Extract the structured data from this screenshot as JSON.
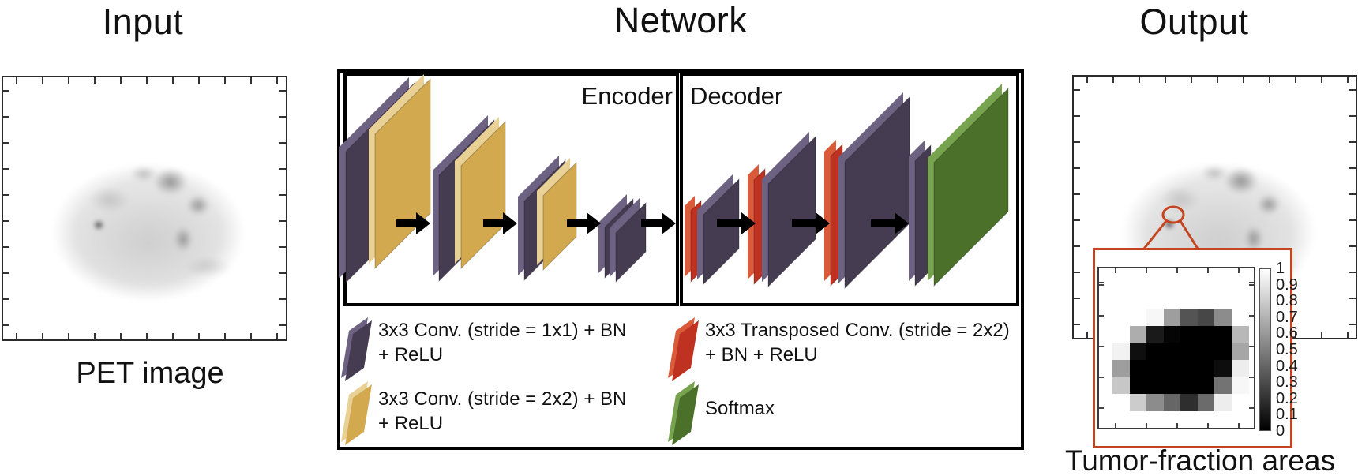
{
  "figure": {
    "input": {
      "title": "Input",
      "caption": "PET image"
    },
    "network": {
      "title": "Network",
      "encoder_label": "Encoder",
      "decoder_label": "Decoder",
      "layer_colors": {
        "conv_s1": "#463c52",
        "conv_s2": "#d3a94f",
        "tconv": "#bf3120",
        "softmax": "#4a7029"
      },
      "encoder_layer_sequence": [
        "conv_s1",
        "conv_s2",
        "conv_s1",
        "conv_s2",
        "conv_s1",
        "conv_s2",
        "conv_s1",
        "conv_s1"
      ],
      "decoder_layer_sequence": [
        "tconv",
        "conv_s1",
        "tconv",
        "conv_s1",
        "tconv",
        "conv_s1",
        "conv_s1",
        "softmax"
      ],
      "legend": [
        {
          "swatch": "purple-parallelogram",
          "type": "conv_s1",
          "line1": "3x3 Conv. (stride = 1x1) + BN",
          "line2": "+ ReLU"
        },
        {
          "swatch": "yellow-parallelogram",
          "type": "conv_s2",
          "line1": "3x3 Conv. (stride = 2x2) + BN",
          "line2": "+ ReLU"
        },
        {
          "swatch": "red-parallelogram",
          "type": "tconv",
          "line1": "3x3 Transposed Conv. (stride = 2x2)",
          "line2": "+ BN + ReLU"
        },
        {
          "swatch": "green-parallelogram",
          "type": "softmax",
          "line1": "Softmax",
          "line2": ""
        }
      ]
    },
    "output": {
      "title": "Output",
      "caption": "Tumor-fraction areas"
    },
    "colors": {
      "inset_red": "#c54420",
      "frame_black": "#000000",
      "axes_gray": "#2b2b2b"
    }
  },
  "chart_data": {
    "type": "heatmap",
    "title": "Tumor-fraction areas",
    "description": "Zoomed tumor region of the network output; grayscale cell values as displayed (0 = black, 1 = white), null = white background",
    "grid_display_gray": [
      [
        null,
        null,
        0.97,
        0.62,
        0.33,
        0.28,
        0.55,
        null
      ],
      [
        null,
        0.68,
        0.1,
        0.02,
        0.0,
        0.0,
        0.0,
        0.72
      ],
      [
        0.95,
        0.06,
        0.0,
        0.0,
        0.0,
        0.0,
        0.0,
        0.65
      ],
      [
        0.62,
        0.0,
        0.0,
        0.0,
        0.0,
        0.0,
        0.05,
        0.93
      ],
      [
        0.78,
        0.0,
        0.0,
        0.0,
        0.0,
        0.0,
        0.45,
        0.97
      ],
      [
        null,
        0.8,
        0.55,
        0.4,
        0.18,
        0.42,
        0.93,
        null
      ]
    ],
    "colorbar_ticks": [
      "1",
      "0.9",
      "0.8",
      "0.7",
      "0.6",
      "0.5",
      "0.4",
      "0.3",
      "0.2",
      "0.1",
      "0"
    ],
    "colorbar_range": [
      0,
      1
    ],
    "legend_position": "right"
  }
}
